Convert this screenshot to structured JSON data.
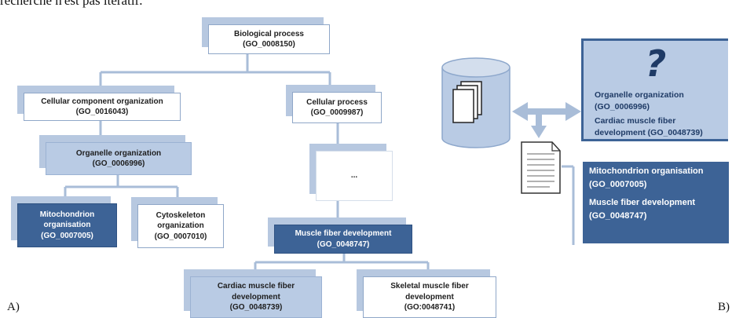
{
  "caption_top": "recherche n'est pas itératif.",
  "panel_labels": {
    "a": "A)",
    "b": "B)"
  },
  "tree": {
    "root": {
      "name": "Biological process",
      "id": "(GO_0008150)"
    },
    "ccorg": {
      "name": "Cellular component organization",
      "id": "(GO_0016043)"
    },
    "cellproc": {
      "name": "Cellular process",
      "id": "(GO_0009987)"
    },
    "organelle": {
      "name": "Organelle organization",
      "id": "(GO_0006996)"
    },
    "ellipsis": {
      "name": "..."
    },
    "mito": {
      "name": "Mitochondrion organisation",
      "id": "(GO_0007005)"
    },
    "cyto": {
      "name": "Cytoskeleton organization",
      "id": "(GO_0007010)"
    },
    "muscle": {
      "name": "Muscle fiber development",
      "id": "(GO_0048747)"
    },
    "cardiac": {
      "name": "Cardiac muscle fiber development",
      "id": "(GO_0048739)"
    },
    "skeletal": {
      "name": "Skeletal muscle fiber development",
      "id": "(GO:0048741)"
    }
  },
  "panel_b": {
    "question_mark": "?",
    "result_1": "Organelle organization (GO_0006996)",
    "result_2": "Cardiac muscle fiber development (GO_0048739)",
    "mito_name": "Mitochondrion organisation",
    "mito_id": "(GO_0007005)",
    "muscle_name": "Muscle fiber development",
    "muscle_id": "(GO_0048747)"
  },
  "colors": {
    "dark_blue": "#3d6396",
    "light_blue": "#b9cbe4",
    "shadow_blue": "#b7c8e0",
    "connector": "#9eb4d2"
  }
}
